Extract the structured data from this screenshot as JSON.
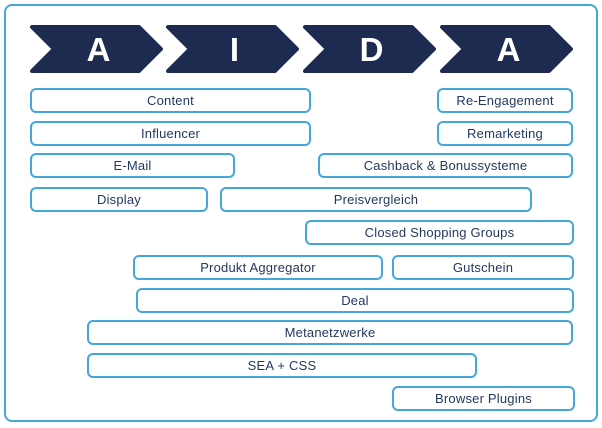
{
  "diagram_title": "AIDA funnel marketing channels",
  "colors": {
    "arrow_navy": "#1d2b50",
    "border_blue": "#45a7d9",
    "label_text": "#24395f",
    "background": "#ffffff",
    "arrow_letter": "#ffffff"
  },
  "funnel": {
    "stages": [
      {
        "letter": "A"
      },
      {
        "letter": "I"
      },
      {
        "letter": "D"
      },
      {
        "letter": "A"
      }
    ]
  },
  "channels": [
    {
      "label": "Content"
    },
    {
      "label": "Re-Engagement"
    },
    {
      "label": "Influencer"
    },
    {
      "label": "Remarketing"
    },
    {
      "label": "E-Mail"
    },
    {
      "label": "Cashback & Bonussysteme"
    },
    {
      "label": "Display"
    },
    {
      "label": "Preisvergleich"
    },
    {
      "label": "Closed Shopping Groups"
    },
    {
      "label": "Produkt Aggregator"
    },
    {
      "label": "Gutschein"
    },
    {
      "label": "Deal"
    },
    {
      "label": "Metanetzwerke"
    },
    {
      "label": "SEA + CSS"
    },
    {
      "label": "Browser Plugins"
    }
  ]
}
